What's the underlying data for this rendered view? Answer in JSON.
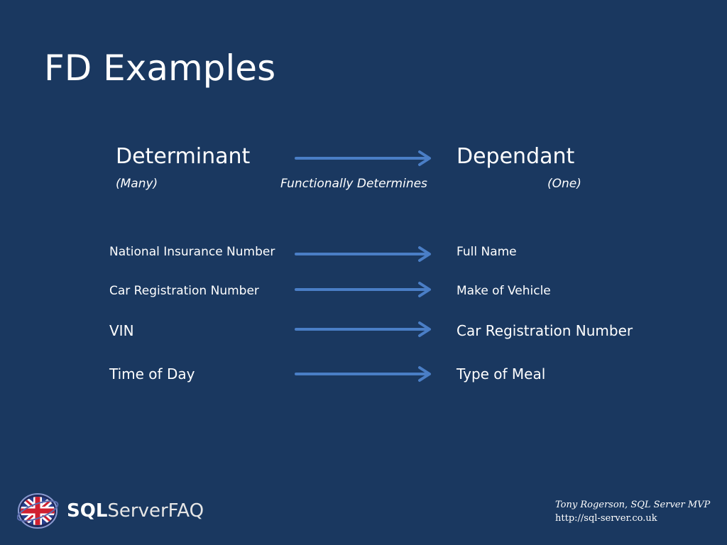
{
  "slide": {
    "title": "FD Examples",
    "header": {
      "determinant": "Determinant",
      "dependant": "Dependant",
      "determinant_note": "(Many)",
      "arrow_note": "Functionally Determines",
      "dependant_note": "(One)"
    },
    "rows": [
      {
        "determinant": "National Insurance Number",
        "dependant": "Full Name"
      },
      {
        "determinant": "Car Registration Number",
        "dependant": "Make of Vehicle"
      },
      {
        "determinant": "VIN",
        "dependant": "Car Registration Number"
      },
      {
        "determinant": "Time of Day",
        "dependant": "Type of Meal"
      }
    ],
    "logo": {
      "brand_bold": "SQL",
      "brand_rest": "ServerFAQ",
      "icon": "union-jack-globe-icon"
    },
    "footer": {
      "author": "Tony Rogerson, SQL Server MVP",
      "url": "http://sql-server.co.uk"
    },
    "colors": {
      "background": "#1a3860",
      "arrow": "#4a7ec6",
      "text": "#ffffff"
    }
  }
}
